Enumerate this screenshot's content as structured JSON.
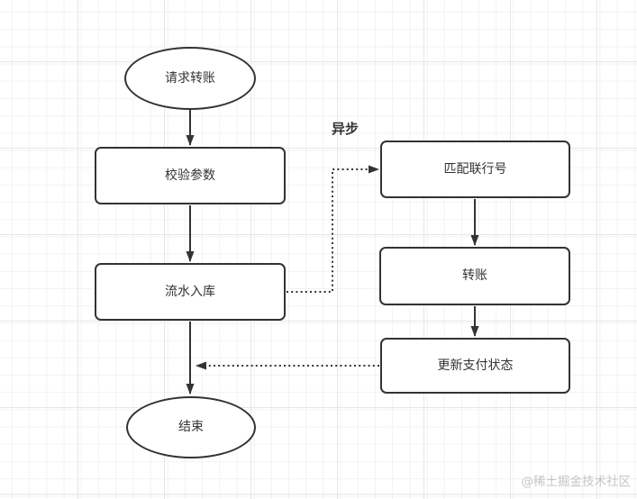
{
  "colors": {
    "stroke": "#333333",
    "text": "#333333",
    "node_fill": "#ffffff",
    "grid_minor": "#f2f2f2",
    "grid_major": "#e6e6e6",
    "watermark": "#c5c5c5",
    "bg": "#ffffff"
  },
  "diagram": {
    "nodes": [
      {
        "id": "start",
        "shape": "ellipse",
        "label": "请求转账"
      },
      {
        "id": "validate-params",
        "shape": "rounded-rect",
        "label": "校验参数"
      },
      {
        "id": "store-transaction",
        "shape": "rounded-rect",
        "label": "流水入库"
      },
      {
        "id": "match-bank-code",
        "shape": "rounded-rect",
        "label": "匹配联行号"
      },
      {
        "id": "transfer",
        "shape": "rounded-rect",
        "label": "转账"
      },
      {
        "id": "update-payment-status",
        "shape": "rounded-rect",
        "label": "更新支付状态"
      },
      {
        "id": "end",
        "shape": "ellipse",
        "label": "结束"
      }
    ],
    "edges": [
      {
        "from": "start",
        "to": "validate-params",
        "style": "solid"
      },
      {
        "from": "validate-params",
        "to": "store-transaction",
        "style": "solid"
      },
      {
        "from": "store-transaction",
        "to": "end",
        "style": "solid"
      },
      {
        "from": "store-transaction",
        "to": "match-bank-code",
        "style": "dotted",
        "label": "异步"
      },
      {
        "from": "match-bank-code",
        "to": "transfer",
        "style": "solid"
      },
      {
        "from": "transfer",
        "to": "update-payment-status",
        "style": "solid"
      },
      {
        "from": "update-payment-status",
        "to": "store-transaction-end-line",
        "style": "dotted"
      }
    ],
    "async_label": "异步"
  },
  "watermark": "@稀土掘金技术社区"
}
